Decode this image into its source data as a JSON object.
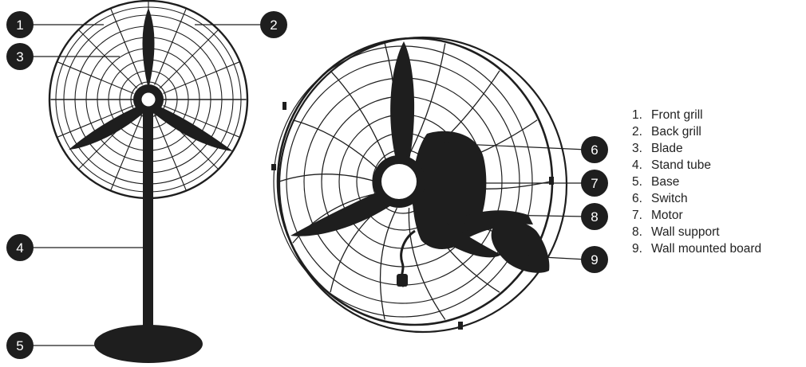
{
  "callouts": [
    {
      "id": "1",
      "part": "Front grill"
    },
    {
      "id": "2",
      "part": "Back grill"
    },
    {
      "id": "3",
      "part": "Blade"
    },
    {
      "id": "4",
      "part": "Stand tube"
    },
    {
      "id": "5",
      "part": "Base"
    },
    {
      "id": "6",
      "part": "Switch"
    },
    {
      "id": "7",
      "part": "Motor"
    },
    {
      "id": "8",
      "part": "Wall support"
    },
    {
      "id": "9",
      "part": "Wall mounted board"
    }
  ],
  "legend": [
    {
      "num": "1.",
      "label": "Front grill"
    },
    {
      "num": "2.",
      "label": "Back grill"
    },
    {
      "num": "3.",
      "label": "Blade"
    },
    {
      "num": "4.",
      "label": "Stand tube"
    },
    {
      "num": "5.",
      "label": "Base"
    },
    {
      "num": "6.",
      "label": "Switch"
    },
    {
      "num": "7.",
      "label": "Motor"
    },
    {
      "num": "8.",
      "label": "Wall support"
    },
    {
      "num": "9.",
      "label": "Wall mounted board"
    }
  ],
  "colors": {
    "ink": "#1e1e1e",
    "badge": "#1e1e1e",
    "background": "#ffffff"
  }
}
